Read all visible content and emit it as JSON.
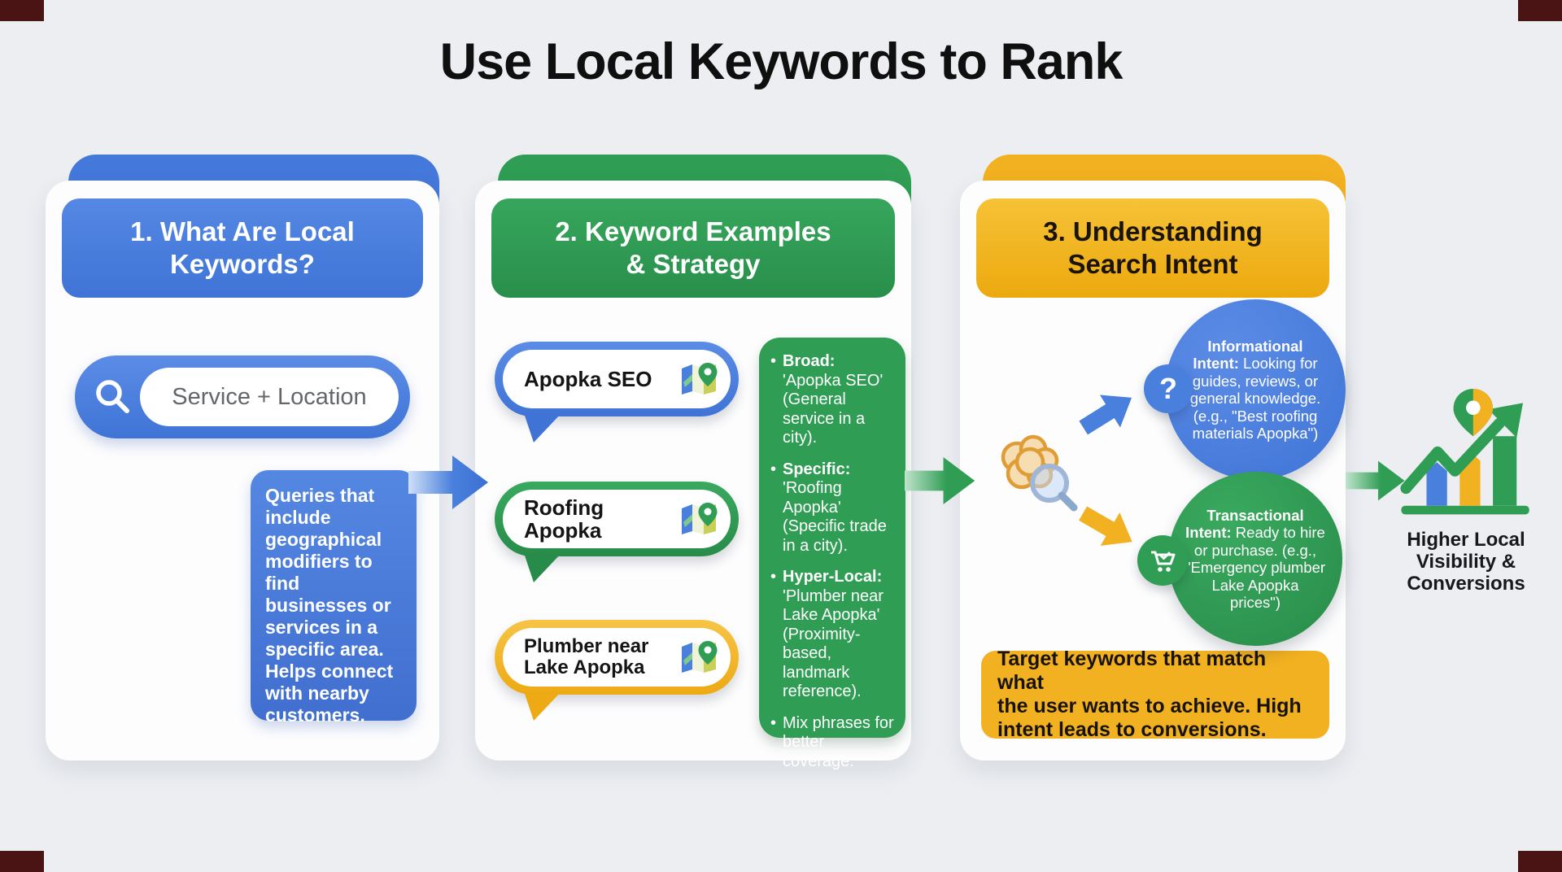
{
  "title": "Use Local Keywords to Rank",
  "colors": {
    "blue": "#4479DB",
    "green": "#2F9E54",
    "yellow": "#F2B120",
    "background": "#ECEEF2",
    "text_dark": "#141414"
  },
  "icons": {
    "search": "magnifying-glass",
    "map": "folded-map-with-pin",
    "location_illustration": "map-pin-with-compass",
    "intent": "brain-with-magnifier",
    "question": "question-mark",
    "cart": "shopping-cart-with-check",
    "growth": "bar-chart-with-trend-arrow-and-pin"
  },
  "card1": {
    "header": "1. What Are Local\nKeywords?",
    "search_placeholder": "Service + Location",
    "description": "Queries that include geographical modifiers to find businesses or services in a specific area. Helps connect with nearby customers."
  },
  "card2": {
    "header": "2. Keyword Examples\n& Strategy",
    "bubbles": [
      {
        "label": "Apopka SEO",
        "color": "blue"
      },
      {
        "label": "Roofing Apopka",
        "color": "green"
      },
      {
        "label": "Plumber near Lake Apopka",
        "color": "yellow"
      }
    ],
    "bullets": [
      {
        "lead": "Broad:",
        "text": "'Apopka SEO' (General service in a city)."
      },
      {
        "lead": "Specific:",
        "text": "'Roofing Apopka' (Specific trade in a city)."
      },
      {
        "lead": "Hyper-Local:",
        "text": "'Plumber near Lake Apopka' (Proximity-based, landmark reference)."
      },
      {
        "text": "Mix phrases for better coverage."
      }
    ]
  },
  "card3": {
    "header": "3. Understanding\nSearch Intent",
    "question_mark": "?",
    "informational": {
      "lead": "Informational Intent:",
      "text": "Looking for guides, reviews, or general knowledge. (e.g., \"Best roofing materials Apopka\")"
    },
    "transactional": {
      "lead": "Transactional Intent:",
      "text": "Ready to hire or purchase. (e.g., \"Emergency plumber Lake Apopka prices\")"
    },
    "footer": "Target keywords that match what\nthe user wants to achieve. High\nintent leads to conversions."
  },
  "result": {
    "label": "Higher Local\nVisibility &\nConversions"
  }
}
